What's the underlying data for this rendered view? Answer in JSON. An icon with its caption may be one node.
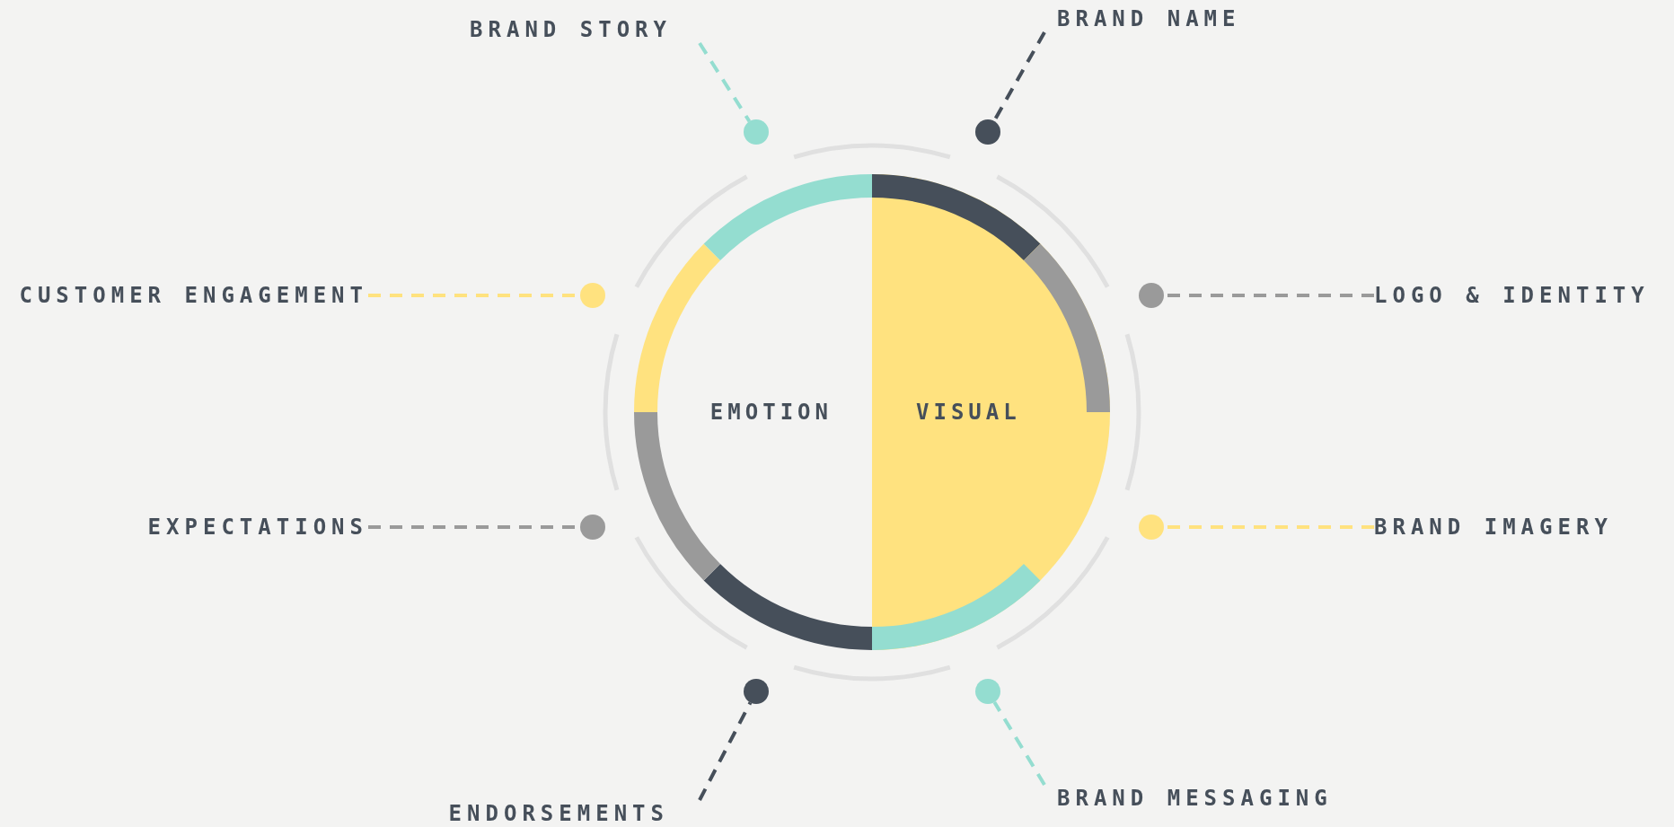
{
  "diagram": {
    "nodes": [
      {
        "text": [
          "BRAND STORY"
        ]
      },
      {
        "text": [
          "BRAND NAME"
        ]
      },
      {
        "text": [],
        "shape": "circle"
      },
      {
        "text": [],
        "shape": "circle"
      },
      {
        "text": [
          "CUSTOMER ENGAGEMENT"
        ]
      },
      {
        "text": [],
        "shape": "circle"
      },
      {
        "text": [],
        "shape": "circle"
      },
      {
        "text": [
          "LOGO & IDENTITY"
        ]
      },
      {
        "text": [
          "EMOTION"
        ]
      },
      {
        "text": [
          "VISUAL"
        ]
      },
      {
        "text": [
          "EXPECTATIONS"
        ]
      },
      {
        "text": [],
        "shape": "circle"
      },
      {
        "text": [],
        "shape": "circle"
      },
      {
        "text": [
          "BRAND IMAGERY"
        ]
      },
      {
        "text": [],
        "shape": "circle"
      },
      {
        "text": [],
        "shape": "circle"
      },
      {
        "text": [
          "ENDORSEMENTS"
        ]
      },
      {
        "text": [
          "BRAND MESSAGING"
        ]
      }
    ],
    "edges": [
      {
        "from": 0,
        "to": 2,
        "arrow": "none",
        "style": "dashed",
        "color": "#94ddd0"
      },
      {
        "from": 1,
        "to": 3,
        "arrow": "none",
        "style": "dashed",
        "color": "#464f5a"
      },
      {
        "from": 4,
        "to": 5,
        "arrow": "none",
        "style": "dashed",
        "color": "#ffe27f"
      },
      {
        "from": 7,
        "to": 6,
        "arrow": "none",
        "style": "dashed",
        "color": "#9a9a9a"
      },
      {
        "from": 10,
        "to": 11,
        "arrow": "none",
        "style": "dashed",
        "color": "#9a9a9a"
      },
      {
        "from": 13,
        "to": 12,
        "arrow": "none",
        "style": "dashed",
        "color": "#ffe27f"
      },
      {
        "from": 16,
        "to": 14,
        "arrow": "none",
        "style": "dashed",
        "color": "#464f5a"
      },
      {
        "from": 17,
        "to": 15,
        "arrow": "none",
        "style": "dashed",
        "color": "#94ddd0"
      }
    ]
  }
}
